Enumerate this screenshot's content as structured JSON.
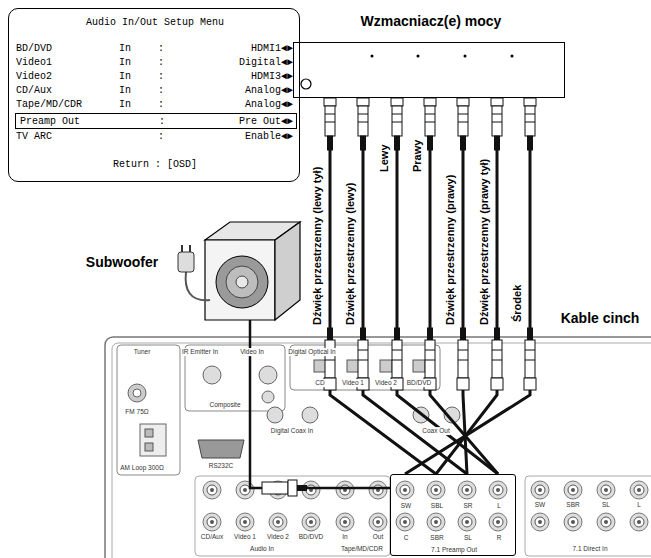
{
  "diagram": {
    "nodes": [
      {
        "text": [
          "Audio In/Out Setup Menu",
          "BD/DVD",
          "In",
          ":",
          "HDMI1◄►",
          "Video1",
          "In",
          ":",
          "Digital◄►",
          "Video2",
          "In",
          ":",
          "HDMI3◄►",
          "CD/Aux",
          "In",
          ":",
          "Analog◄►",
          "Tape/MD/CDR",
          "In",
          ":",
          "Analog◄►",
          "TV ARC",
          ":",
          "Enable◄►",
          "Return : [OSD]"
        ]
      },
      {
        "text": [
          "Preamp Out",
          ":",
          "Pre Out◄►"
        ],
        "in": 0
      },
      {
        "text": [
          "Wzmacniacz(e) mocy"
        ]
      },
      {
        "text": [
          "Subwoofer"
        ]
      },
      {
        "text": [
          "Tuner",
          "IR Emitter In",
          "Video In",
          "Digital Optical In",
          "FM 75Ω",
          "AM Loop 300Ω",
          "Composite",
          "CD",
          "Video 1",
          "Video 2",
          "BD/DVD",
          "RS232C",
          "Digital Coax In",
          "Coax Out",
          "CD/Aux",
          "Video 1",
          "Video 2",
          "BD/DVD",
          "In",
          "Out",
          "Audio In",
          "Tape/MD/CDR",
          "SW",
          "SBR",
          "SL",
          "L",
          "7.1 Direct In"
        ]
      },
      {
        "text": [
          "SW",
          "SBL",
          "SR",
          "L",
          "C",
          "SBR",
          "SL",
          "R",
          "7.1 Preamp Out"
        ],
        "in": 4
      }
    ],
    "edges": [
      {
        "from": 2,
        "to": 5,
        "arrow": "none",
        "label": "Dźwięk przestrzenny (lewy tył)"
      },
      {
        "from": 2,
        "to": 5,
        "arrow": "none",
        "label": "Dźwięk przestrzenny (lewy)"
      },
      {
        "from": 2,
        "to": 5,
        "arrow": "none",
        "label": "Lewy"
      },
      {
        "from": 2,
        "to": 5,
        "arrow": "none",
        "label": "Prawy"
      },
      {
        "from": 2,
        "to": 5,
        "arrow": "none",
        "label": "Dźwięk przestrzenny (prawy)"
      },
      {
        "from": 2,
        "to": 5,
        "arrow": "none",
        "label": "Dźwięk przestrzenny (prawy tył)"
      },
      {
        "from": 2,
        "to": 5,
        "arrow": "none",
        "label": "Środek"
      },
      {
        "from": 3,
        "to": 5,
        "arrow": "none"
      }
    ],
    "labels": [
      "Kable cinch"
    ]
  }
}
